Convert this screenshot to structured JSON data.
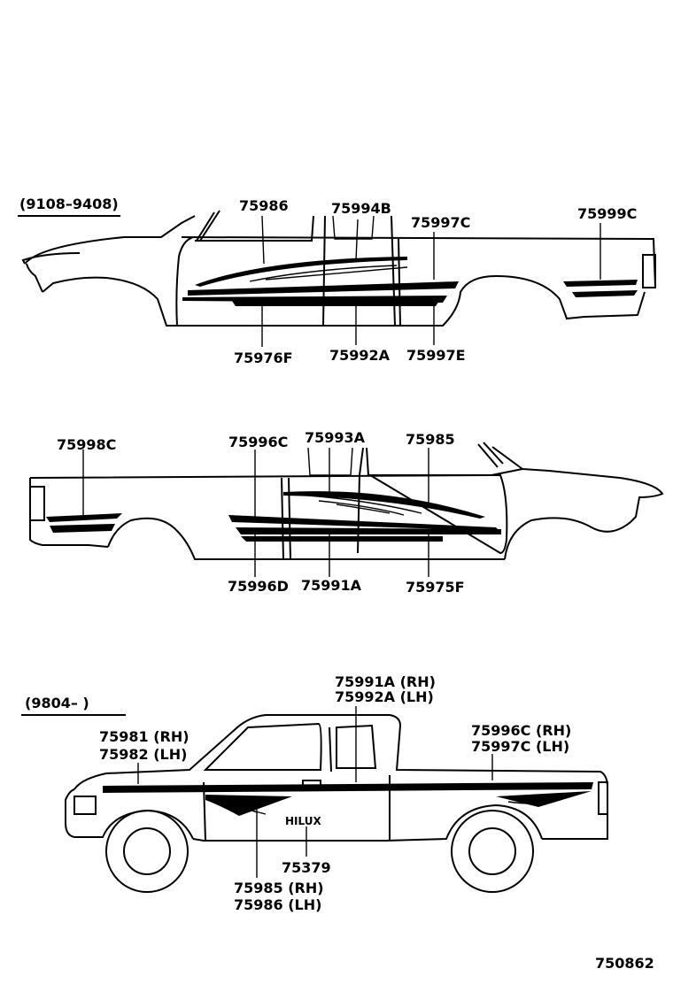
{
  "section_1": {
    "date_range": "(9108–9408)",
    "parts": {
      "p75986": "75986",
      "p75994B": "75994B",
      "p75997C": "75997C",
      "p75999C": "75999C",
      "p75976F": "75976F",
      "p75992A": "75992A",
      "p75997E": "75997E"
    }
  },
  "section_2": {
    "parts": {
      "p75998C": "75998C",
      "p75996C": "75996C",
      "p75993A": "75993A",
      "p75985": "75985",
      "p75996D": "75996D",
      "p75991A": "75991A",
      "p75975F": "75975F"
    }
  },
  "section_3": {
    "date_range": "(9804–        )",
    "parts": {
      "p75991A_rh": "75991A (RH)",
      "p75992A_lh": "75992A (LH)",
      "p75981_rh": "75981 (RH)",
      "p75982_lh": "75982 (LH)",
      "p75996C_rh": "75996C (RH)",
      "p75997C_lh": "75997C (LH)",
      "hilux": "HILUX",
      "p75379": "75379",
      "p75985_rh": "75985 (RH)",
      "p75986_lh": "75986 (LH)"
    }
  },
  "figure_number": "750862"
}
